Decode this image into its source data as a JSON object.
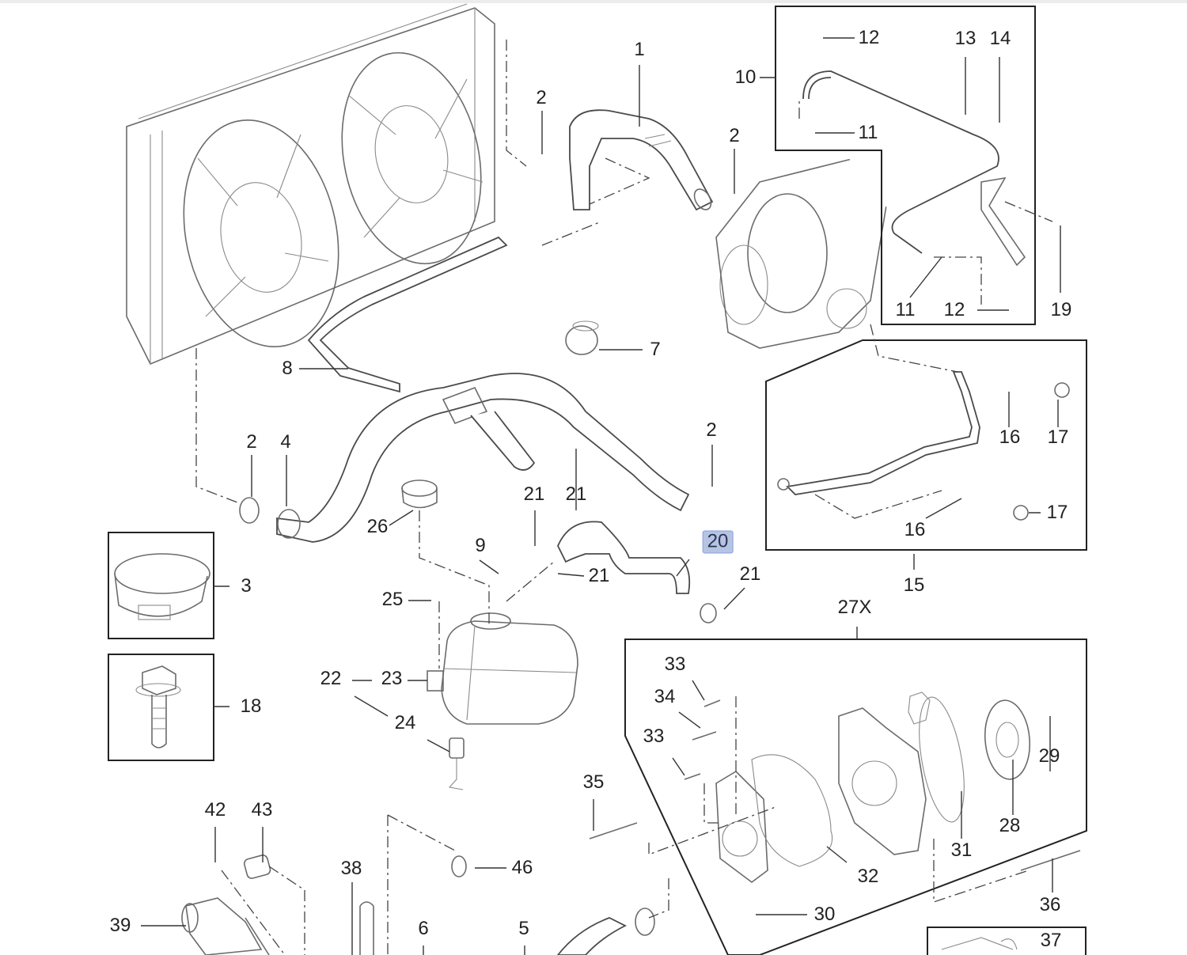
{
  "diagram": {
    "title": "Engine cooling system exploded parts view",
    "highlight_color": "#b6c4e4",
    "callouts": [
      {
        "id": "c1",
        "label": "1"
      },
      {
        "id": "c2a",
        "label": "2"
      },
      {
        "id": "c2b",
        "label": "2"
      },
      {
        "id": "c2c",
        "label": "2"
      },
      {
        "id": "c2d",
        "label": "2"
      },
      {
        "id": "c3",
        "label": "3"
      },
      {
        "id": "c4",
        "label": "4"
      },
      {
        "id": "c5",
        "label": "5"
      },
      {
        "id": "c6",
        "label": "6"
      },
      {
        "id": "c7",
        "label": "7"
      },
      {
        "id": "c8",
        "label": "8"
      },
      {
        "id": "c9",
        "label": "9"
      },
      {
        "id": "c10",
        "label": "10"
      },
      {
        "id": "c11a",
        "label": "11"
      },
      {
        "id": "c11b",
        "label": "11"
      },
      {
        "id": "c12a",
        "label": "12"
      },
      {
        "id": "c12b",
        "label": "12"
      },
      {
        "id": "c13",
        "label": "13"
      },
      {
        "id": "c14",
        "label": "14"
      },
      {
        "id": "c15",
        "label": "15"
      },
      {
        "id": "c16a",
        "label": "16"
      },
      {
        "id": "c16b",
        "label": "16"
      },
      {
        "id": "c17a",
        "label": "17"
      },
      {
        "id": "c17b",
        "label": "17"
      },
      {
        "id": "c18",
        "label": "18"
      },
      {
        "id": "c19",
        "label": "19"
      },
      {
        "id": "c20",
        "label": "20",
        "highlighted": true
      },
      {
        "id": "c21a",
        "label": "21"
      },
      {
        "id": "c21b",
        "label": "21"
      },
      {
        "id": "c21c",
        "label": "21"
      },
      {
        "id": "c21d",
        "label": "21"
      },
      {
        "id": "c22",
        "label": "22"
      },
      {
        "id": "c23",
        "label": "23"
      },
      {
        "id": "c24",
        "label": "24"
      },
      {
        "id": "c25",
        "label": "25"
      },
      {
        "id": "c26",
        "label": "26"
      },
      {
        "id": "c27x",
        "label": "27X"
      },
      {
        "id": "c28",
        "label": "28"
      },
      {
        "id": "c29",
        "label": "29"
      },
      {
        "id": "c30",
        "label": "30"
      },
      {
        "id": "c31",
        "label": "31"
      },
      {
        "id": "c32",
        "label": "32"
      },
      {
        "id": "c33a",
        "label": "33"
      },
      {
        "id": "c33b",
        "label": "33"
      },
      {
        "id": "c34",
        "label": "34"
      },
      {
        "id": "c35",
        "label": "35"
      },
      {
        "id": "c36",
        "label": "36"
      },
      {
        "id": "c37",
        "label": "37"
      },
      {
        "id": "c38",
        "label": "38"
      },
      {
        "id": "c39",
        "label": "39"
      },
      {
        "id": "c42",
        "label": "42"
      },
      {
        "id": "c43",
        "label": "43"
      },
      {
        "id": "c46",
        "label": "46"
      }
    ]
  }
}
